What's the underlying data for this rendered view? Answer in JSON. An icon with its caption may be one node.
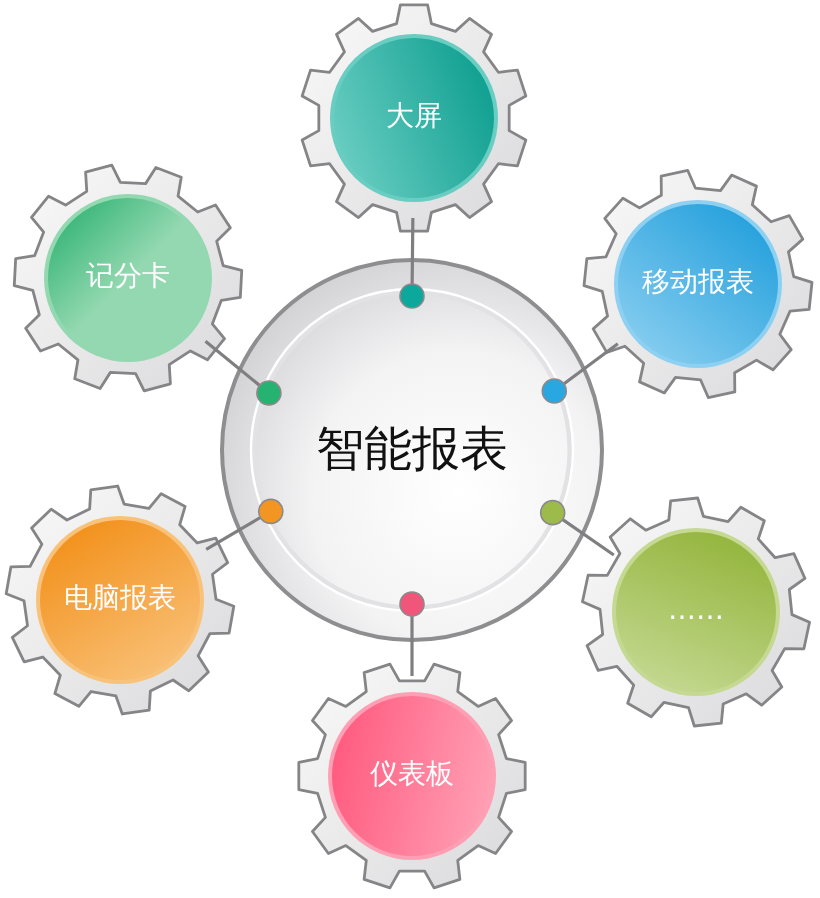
{
  "diagram": {
    "nodes": [
      {
        "text": [
          "智能报表"
        ]
      },
      {
        "text": [
          "大屏"
        ]
      },
      {
        "text": [
          "移动报表"
        ]
      },
      {
        "text": [
          "……"
        ]
      },
      {
        "text": [
          "仪表板"
        ]
      },
      {
        "text": [
          "电脑报表"
        ]
      },
      {
        "text": [
          "记分卡"
        ]
      }
    ],
    "edges": [
      {
        "from": 0,
        "to": 1,
        "arrow": "other"
      },
      {
        "from": 0,
        "to": 2,
        "arrow": "other"
      },
      {
        "from": 0,
        "to": 3,
        "arrow": "other"
      },
      {
        "from": 0,
        "to": 4,
        "arrow": "other"
      },
      {
        "from": 0,
        "to": 5,
        "arrow": "other"
      },
      {
        "from": 0,
        "to": 6,
        "arrow": "other"
      }
    ]
  }
}
